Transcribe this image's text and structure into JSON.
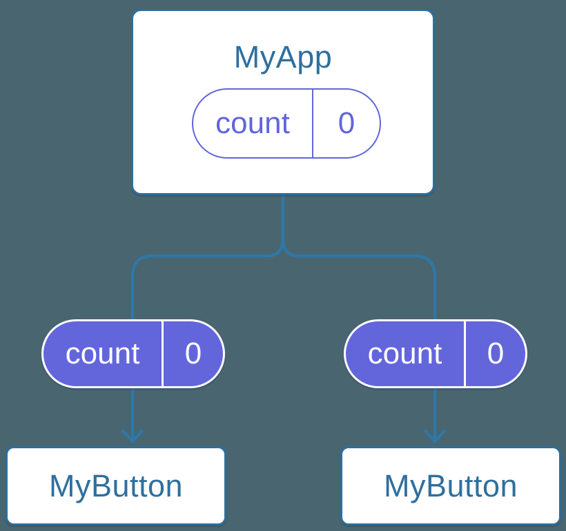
{
  "diagram": {
    "root": {
      "title": "MyApp",
      "state_pill": {
        "key": "count",
        "value": "0"
      }
    },
    "children": [
      {
        "title": "MyButton",
        "prop_pill": {
          "key": "count",
          "value": "0"
        }
      },
      {
        "title": "MyButton",
        "prop_pill": {
          "key": "count",
          "value": "0"
        }
      }
    ]
  },
  "colors": {
    "canvas_bg": "#49656F",
    "card_fill": "#FFFFFF",
    "card_border": "#2D6F9B",
    "title_text": "#2F6F9E",
    "connector": "#3077A6",
    "purple_outline": "#6165DC",
    "purple_fill": "#6366DB",
    "pill_text_on_purple": "#FFFFFF"
  }
}
